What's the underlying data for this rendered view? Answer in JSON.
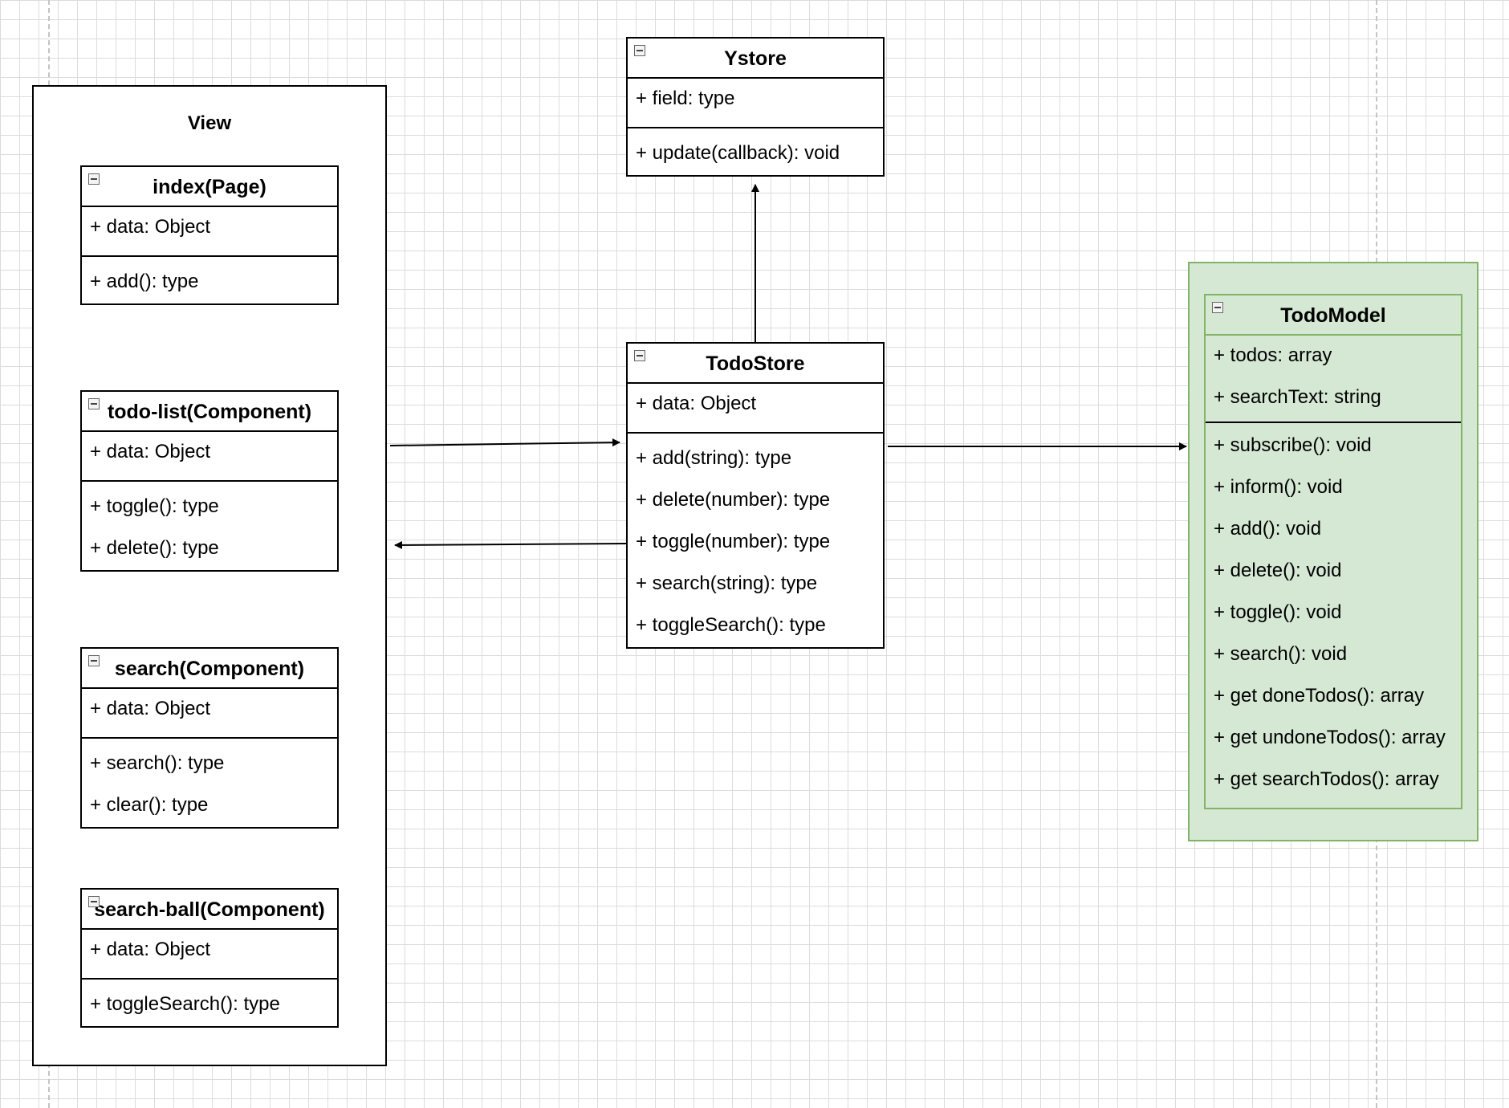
{
  "view_container": {
    "title": "View"
  },
  "classes": {
    "index": {
      "name": "index(Page)",
      "attributes": [
        "+ data: Object"
      ],
      "methods": [
        "+ add(): type"
      ]
    },
    "todo_list": {
      "name": "todo-list(Component)",
      "attributes": [
        "+ data: Object"
      ],
      "methods": [
        "+ toggle(): type",
        "+ delete(): type"
      ]
    },
    "search": {
      "name": "search(Component)",
      "attributes": [
        "+ data: Object"
      ],
      "methods": [
        "+ search(): type",
        "+ clear(): type"
      ]
    },
    "search_ball": {
      "name": "search-ball(Component)",
      "attributes": [
        "+ data: Object"
      ],
      "methods": [
        "+ toggleSearch(): type"
      ]
    },
    "ystore": {
      "name": "Ystore",
      "attributes": [
        "+ field: type"
      ],
      "methods": [
        "+ update(callback): void"
      ]
    },
    "todostore": {
      "name": "TodoStore",
      "attributes": [
        "+ data: Object"
      ],
      "methods": [
        "+ add(string): type",
        "+ delete(number): type",
        "+ toggle(number): type",
        "+ search(string): type",
        "+ toggleSearch(): type"
      ]
    },
    "todomodel": {
      "name": "TodoModel",
      "attributes": [
        "+ todos: array",
        "+ searchText: string"
      ],
      "methods": [
        "+ subscribe(): void",
        "+ inform(): void",
        "+ add(): void",
        "+ delete(): void",
        "+ toggle(): void",
        "+ search(): void",
        "+ get doneTodos(): array",
        "+ get undoneTodos(): array",
        "+ get searchTodos(): array"
      ]
    }
  },
  "colors": {
    "grid_line": "#dcdcdc",
    "model_fill": "#d5e8d4",
    "model_stroke": "#82b366",
    "edge": "#000000"
  },
  "icons": {
    "collapse": "minus-box-icon"
  }
}
